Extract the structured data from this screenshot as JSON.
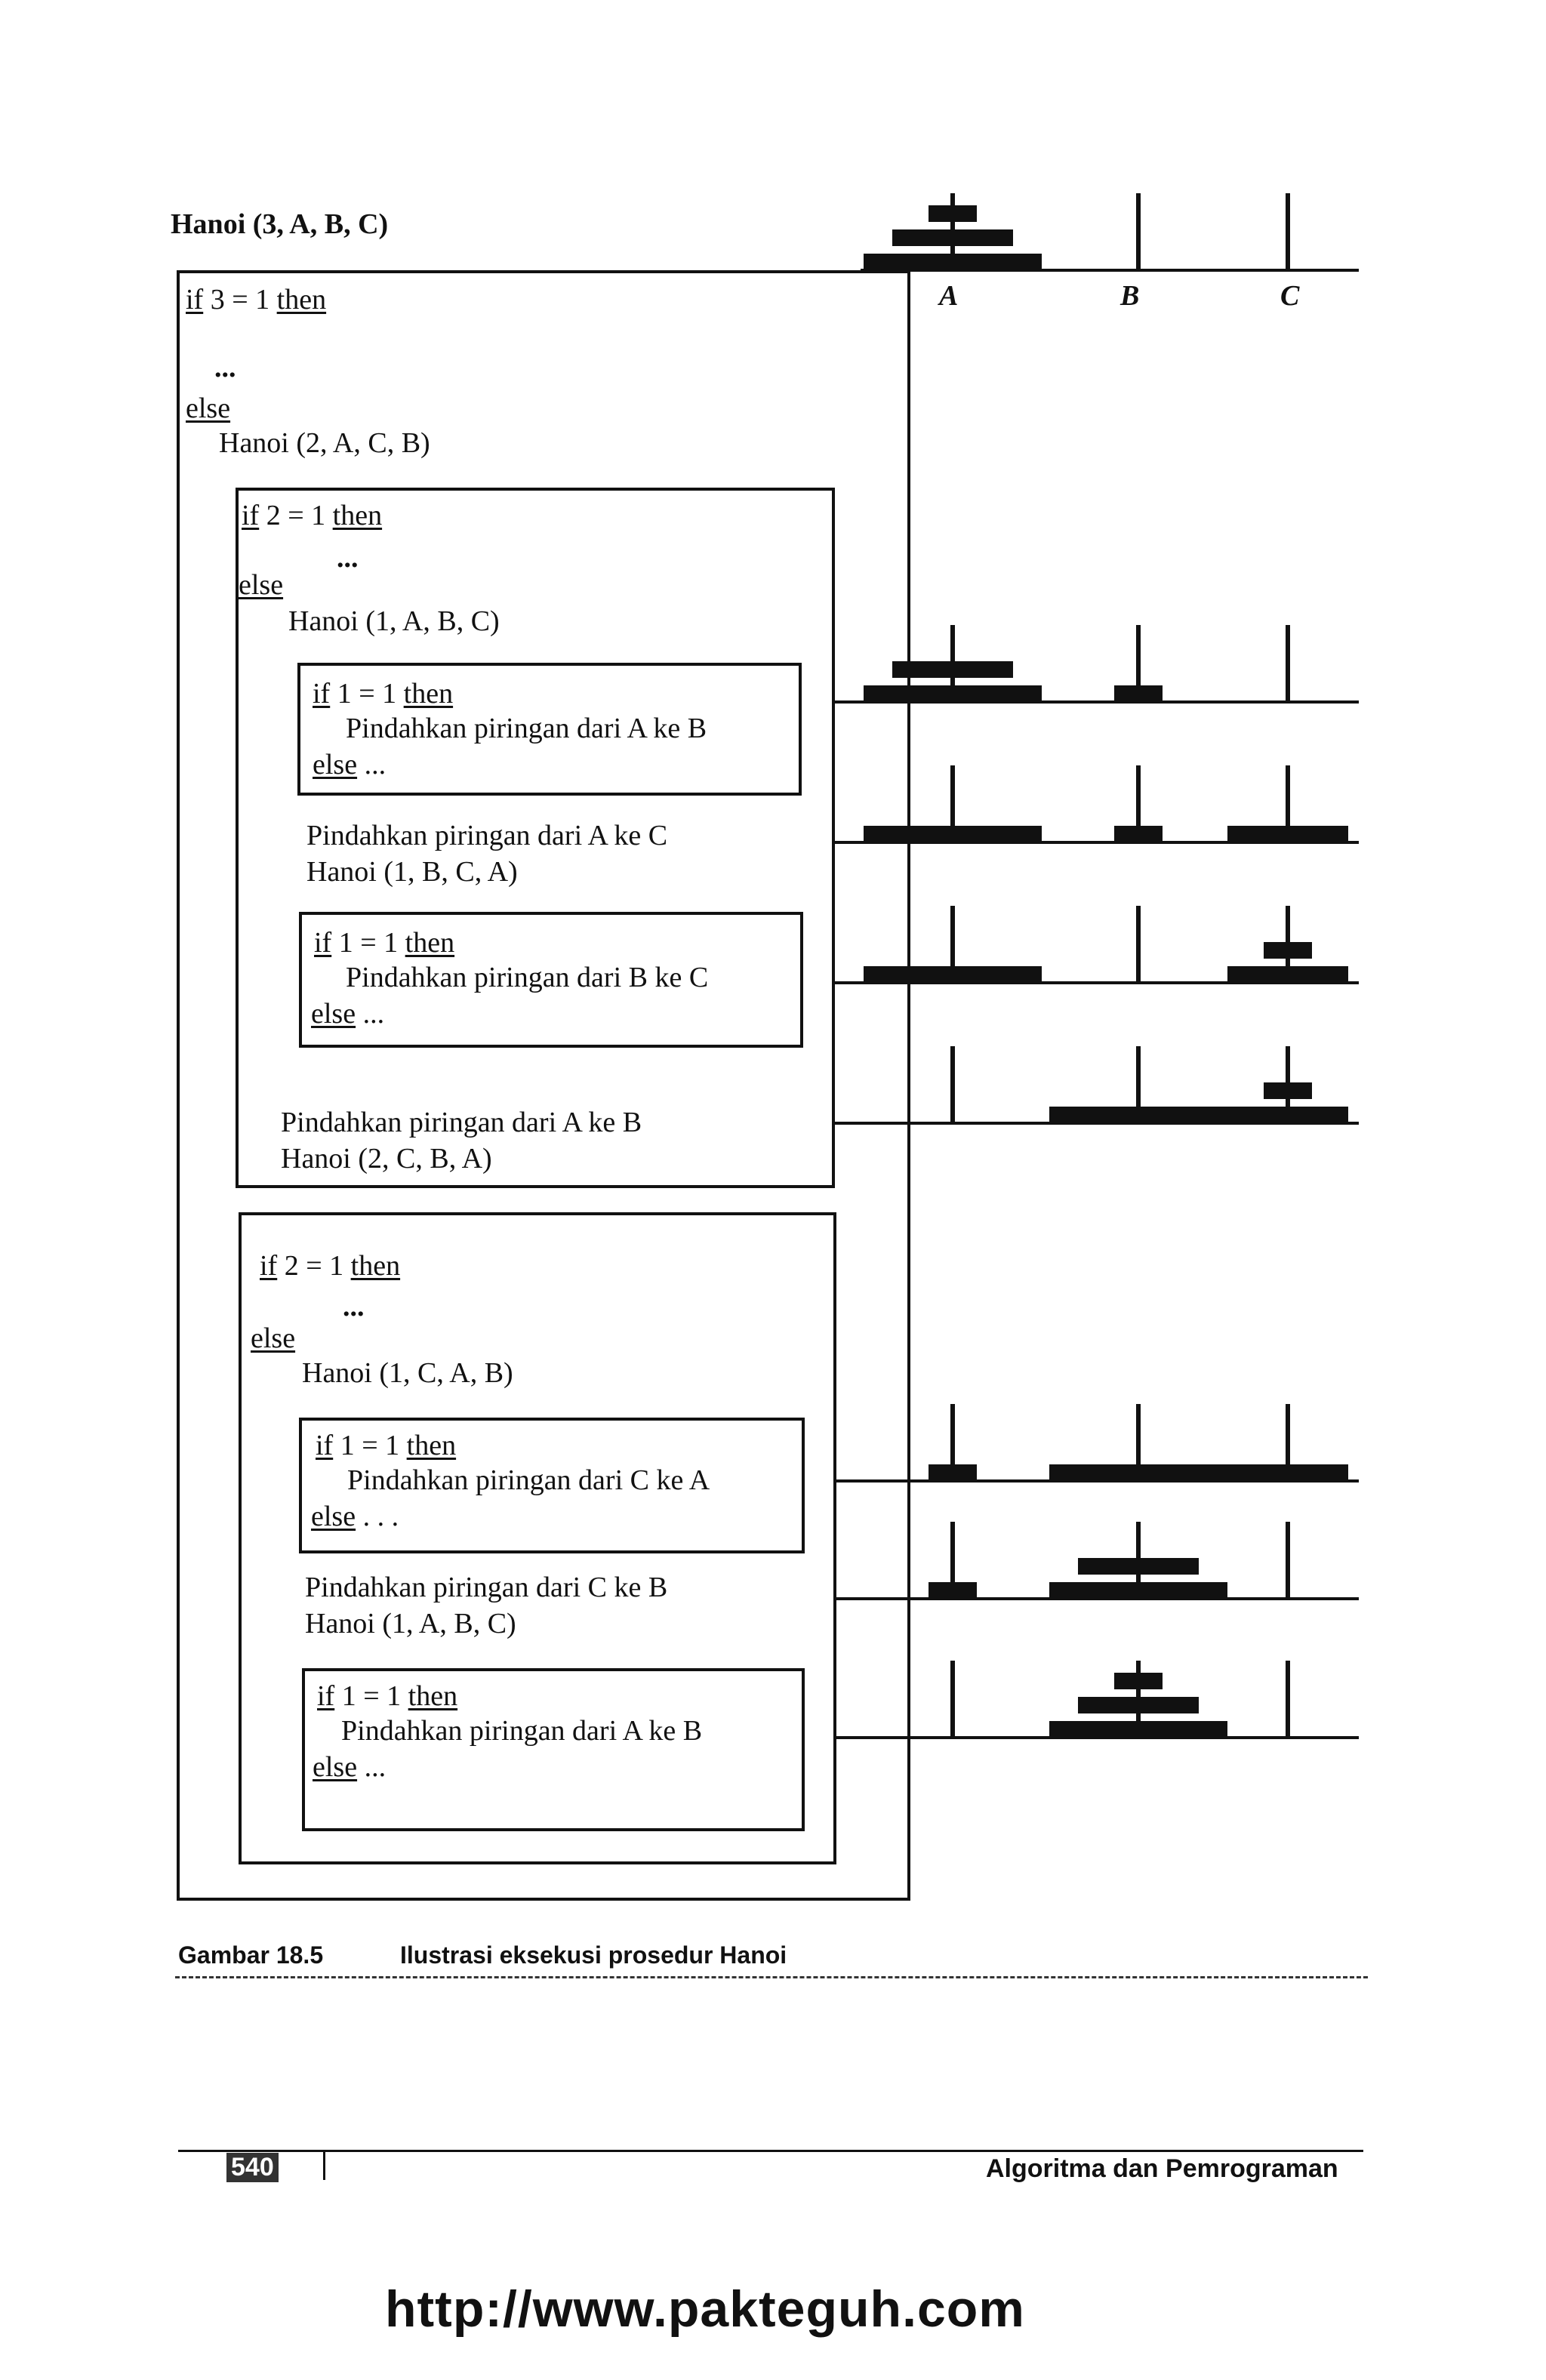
{
  "root_call": "Hanoi (3, A, B, C)",
  "level1": {
    "if_line": [
      "if",
      " 3 = 1 ",
      "then"
    ],
    "ellipsis": "...",
    "else": "else",
    "call": "Hanoi (2, A, C, B)"
  },
  "box2a": {
    "if_line": [
      "if",
      " 2 = 1 ",
      "then"
    ],
    "ellipsis": "...",
    "else": "else",
    "call": "Hanoi (1, A, B, C)",
    "inner1": {
      "if_line": [
        "if",
        " 1 = 1 ",
        "then"
      ],
      "action": "Pindahkan piringan dari A ke B",
      "else": "else",
      "else_tail": " ..."
    },
    "move1": "Pindahkan piringan dari A ke C",
    "call2": "Hanoi (1, B, C, A)",
    "inner2": {
      "if_line": [
        "if",
        " 1 = 1 ",
        "then"
      ],
      "action": "Pindahkan piringan dari B ke C",
      "else": "else",
      "else_tail": " ..."
    },
    "move2": "Pindahkan piringan dari A ke B",
    "call3": "Hanoi (2, C, B, A)"
  },
  "box2b": {
    "if_line": [
      "if",
      " 2 = 1 ",
      "then"
    ],
    "ellipsis": "...",
    "else": "else",
    "call": "Hanoi (1, C, A, B)",
    "inner1": {
      "if_line": [
        "if",
        " 1 = 1 ",
        "then"
      ],
      "action": "Pindahkan piringan dari C ke A",
      "else": "else",
      "else_tail": " . . ."
    },
    "move1": "Pindahkan piringan dari C ke B",
    "call2": "Hanoi (1, A, B, C)",
    "inner2": {
      "if_line": [
        "if",
        " 1 = 1 ",
        "then"
      ],
      "action": "Pindahkan piringan dari A ke B",
      "else": "else",
      "else_tail": " ..."
    }
  },
  "peg_labels": [
    "A",
    "B",
    "C"
  ],
  "caption": {
    "label": "Gambar 18.5",
    "text": "Ilustrasi eksekusi prosedur Hanoi"
  },
  "footer": {
    "page": "540",
    "book": "Algoritma dan Pemrograman"
  },
  "url": "http://www.pakteguh.com",
  "states": [
    {
      "A": [
        3,
        2,
        1
      ],
      "B": [],
      "C": []
    },
    {
      "A": [
        3,
        2
      ],
      "B": [
        1
      ],
      "C": []
    },
    {
      "A": [
        3
      ],
      "B": [
        1
      ],
      "C": [
        2
      ]
    },
    {
      "A": [
        3
      ],
      "B": [],
      "C": [
        2,
        1
      ]
    },
    {
      "A": [],
      "B": [
        3
      ],
      "C": [
        2,
        1
      ]
    },
    {
      "A": [
        1
      ],
      "B": [
        3
      ],
      "C": [
        2
      ]
    },
    {
      "A": [
        1
      ],
      "B": [
        3,
        2
      ],
      "C": []
    },
    {
      "A": [],
      "B": [
        3,
        2,
        1
      ],
      "C": []
    }
  ]
}
